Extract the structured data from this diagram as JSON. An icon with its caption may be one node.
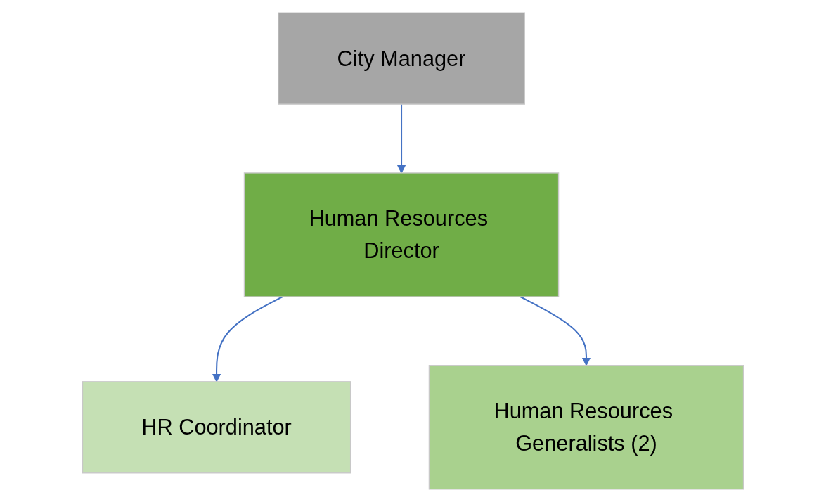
{
  "diagram": {
    "nodes": [
      {
        "text": [
          "City Manager"
        ]
      },
      {
        "text": [
          "Human Resources Director"
        ]
      },
      {
        "text": [
          "HR Coordinator"
        ]
      },
      {
        "text": [
          "Human Resources Generalists (2)"
        ]
      }
    ],
    "edges": [
      {
        "from": 0,
        "to": 1,
        "arrow": "to"
      },
      {
        "from": 1,
        "to": 2,
        "arrow": "to"
      },
      {
        "from": 1,
        "to": 3,
        "arrow": "to"
      }
    ]
  }
}
